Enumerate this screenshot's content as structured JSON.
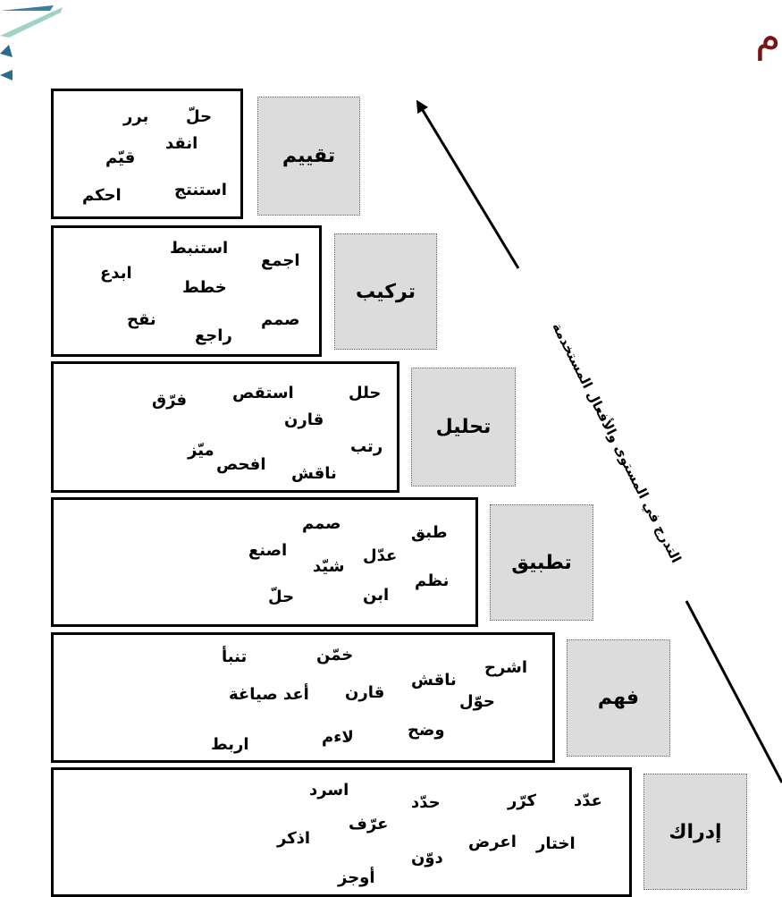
{
  "corner_char": "م",
  "arrow_caption": "التدرج في المستوى والأفعال المستخدمة",
  "levels": [
    {
      "name": "تقييم",
      "verbs": [
        "حلّ",
        "برر",
        "انقد",
        "قيّم",
        "استنتج",
        "احكم"
      ]
    },
    {
      "name": "تركيب",
      "verbs": [
        "اجمع",
        "استنبط",
        "ابدع",
        "خطط",
        "صمم",
        "نقح",
        "راجع"
      ]
    },
    {
      "name": "تحليل",
      "verbs": [
        "حلل",
        "استقص",
        "فرّق",
        "قارن",
        "رتب",
        "ميّز",
        "افحص",
        "ناقش"
      ]
    },
    {
      "name": "تطبيق",
      "verbs": [
        "طبق",
        "صمم",
        "عدّل",
        "اصنع",
        "شيّد",
        "نظم",
        "ابن",
        "حلّ"
      ]
    },
    {
      "name": "فهم",
      "verbs": [
        "تنبأ",
        "خمّن",
        "اشرح",
        "ناقش",
        "حوّل",
        "قارن",
        "أعد صياغة",
        "وضح",
        "لاءم",
        "اربط"
      ]
    },
    {
      "name": "إدراك",
      "verbs": [
        "عدّد",
        "كرّر",
        "حدّد",
        "اسرد",
        "عرّف",
        "اختار",
        "اعرض",
        "دوّن",
        "اذكر",
        "أوجز"
      ]
    }
  ]
}
